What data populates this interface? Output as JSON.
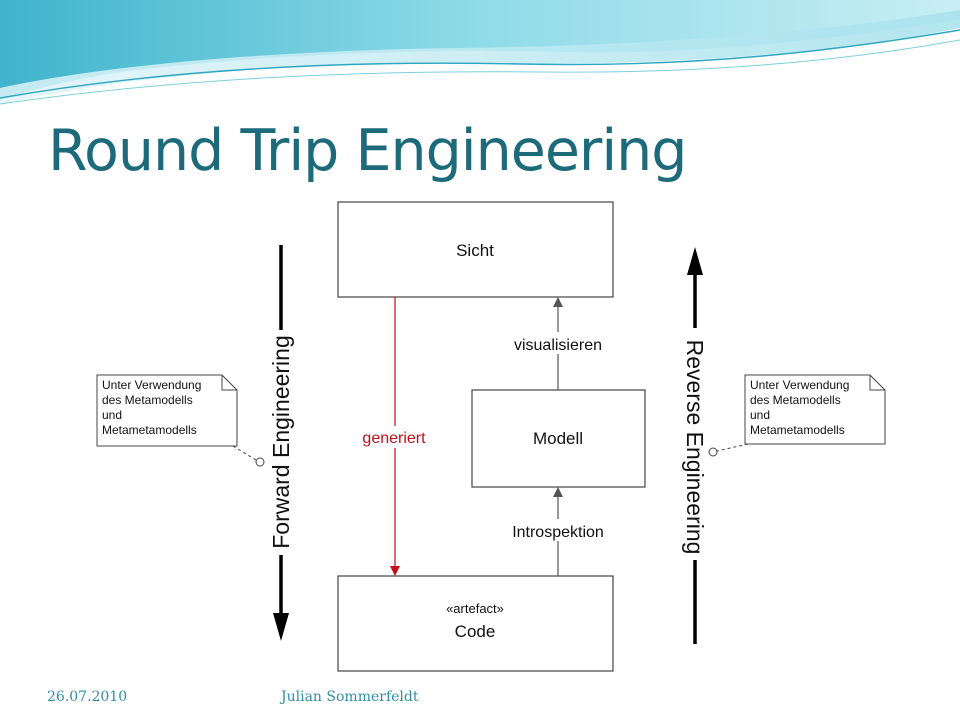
{
  "slide": {
    "title": "Round Trip Engineering",
    "footer_date": "26.07.2010",
    "footer_author": "Julian Sommerfeldt"
  },
  "diagram": {
    "boxes": {
      "view": "Sicht",
      "model": "Modell",
      "code_stereotype": "«artefact»",
      "code": "Code"
    },
    "edges": {
      "generated": "generiert",
      "visualize": "visualisieren",
      "introspection": "Introspektion"
    },
    "sides": {
      "forward": "Forward Engineering",
      "reverse": "Reverse Engineering"
    },
    "notes": {
      "left": [
        "Unter Verwendung",
        "des Metamodells",
        "und",
        "Metametamodells"
      ],
      "right": [
        "Unter Verwendung",
        "des Metamodells",
        "und",
        "Metametamodells"
      ]
    },
    "colors": {
      "title": "#1c6a7a",
      "accent_wave": "#5fc4d8",
      "generated_arrow": "#c0101a",
      "footer": "#2f8fa6"
    }
  }
}
